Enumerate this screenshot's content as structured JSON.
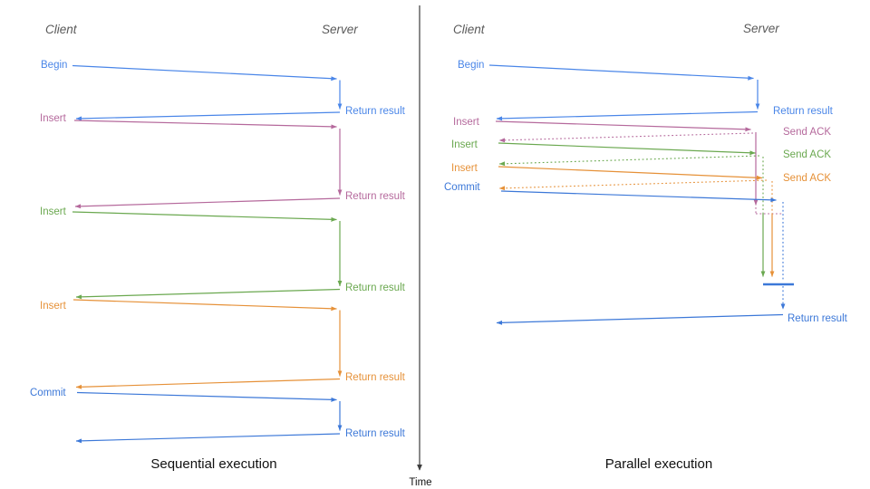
{
  "colors": {
    "header": "#595959",
    "begin_blue": "#4a86e8",
    "insert_pink": "#b5699c",
    "insert_green": "#6aa84f",
    "insert_orange": "#e69138",
    "commit_blue": "#3c78d8",
    "axis_gray": "#3d3d3d",
    "title": "#111111"
  },
  "time_axis": {
    "label": "Time"
  },
  "sequential": {
    "title": "Sequential execution",
    "client_header": "Client",
    "server_header": "Server",
    "steps": [
      {
        "request": "Begin",
        "response": "Return result"
      },
      {
        "request": "Insert",
        "response": "Return result"
      },
      {
        "request": "Insert",
        "response": "Return result"
      },
      {
        "request": "Insert",
        "response": "Return result"
      },
      {
        "request": "Commit",
        "response": "Return result"
      }
    ]
  },
  "parallel": {
    "title": "Parallel execution",
    "client_header": "Client",
    "server_header": "Server",
    "steps": [
      {
        "request": "Begin",
        "response": "Return result"
      },
      {
        "request": "Insert",
        "response": "Send ACK"
      },
      {
        "request": "Insert",
        "response": "Send ACK"
      },
      {
        "request": "Insert",
        "response": "Send ACK"
      },
      {
        "request": "Commit",
        "response": "Return result"
      }
    ]
  }
}
